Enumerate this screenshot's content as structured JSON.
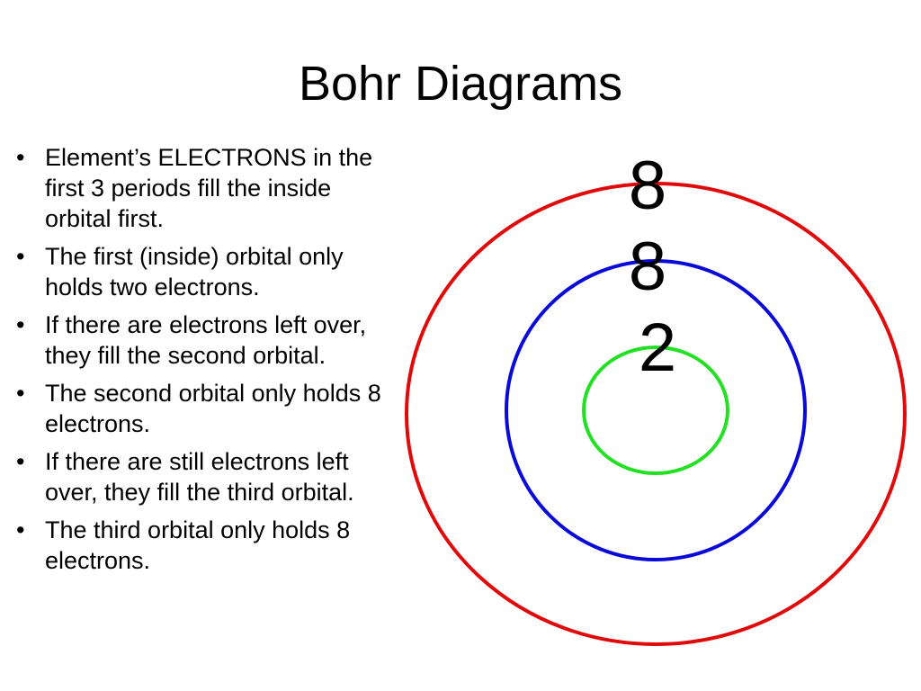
{
  "slide": {
    "title": "Bohr Diagrams",
    "bullets": [
      "Element’s ELECTRONS in the first 3 periods fill the inside orbital first.",
      "The first (inside) orbital only holds two electrons.",
      "If there are electrons left over, they fill the second orbital.",
      "The second orbital only holds 8 electrons.",
      "If there are still electrons left over, they fill the third orbital.",
      "The third orbital only holds 8 electrons."
    ],
    "bullet_glyph": "•"
  },
  "diagram": {
    "shells": [
      {
        "label": "2",
        "color": "#22e022"
      },
      {
        "label": "8",
        "color": "#0a0ad8"
      },
      {
        "label": "8",
        "color": "#e00a0a"
      }
    ]
  }
}
